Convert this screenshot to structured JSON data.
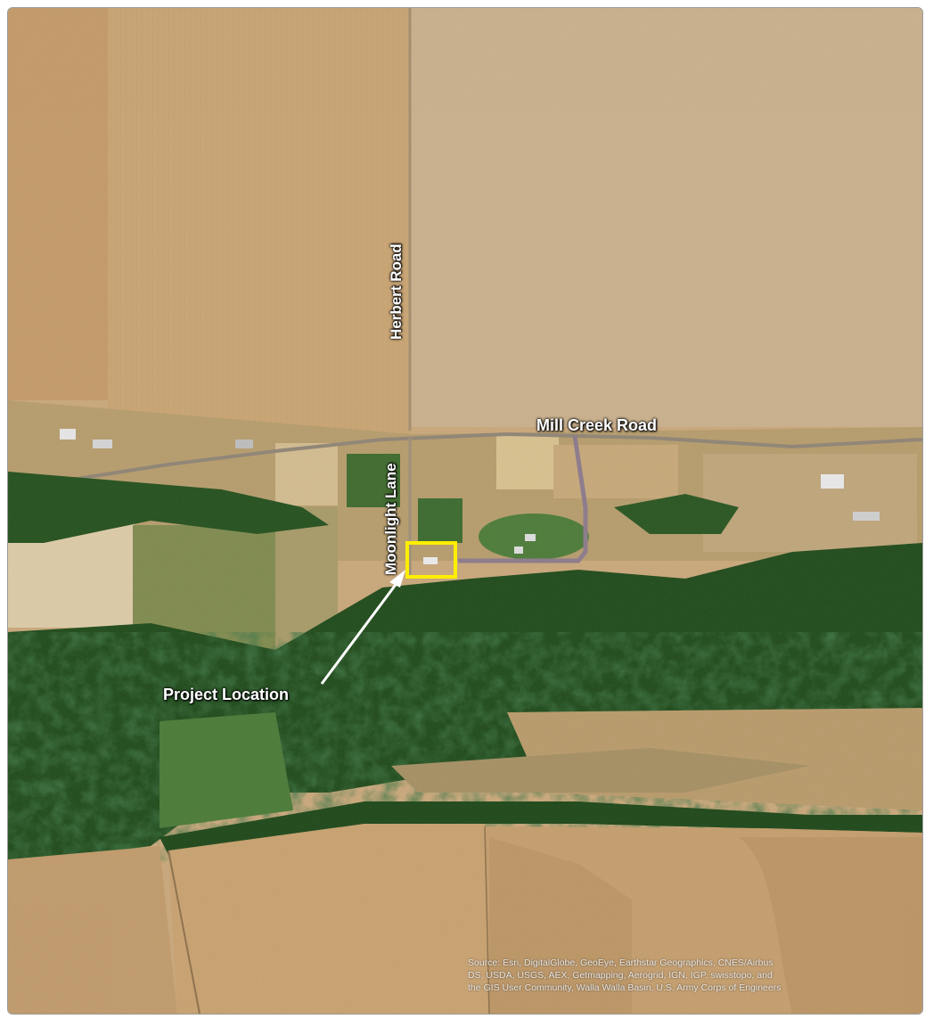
{
  "map": {
    "labels": {
      "herbert_road": "Herbert Road",
      "mill_creek_road": "Mill Creek Road",
      "moonlight_lane": "Moonlight Lane",
      "project_location": "Project Location"
    },
    "attribution": [
      "Source: Esri, DigitalGlobe, GeoEye, Earthstar Geographics, CNES/Airbus",
      "DS, USDA, USGS, AEX, Getmapping, Aerogrid, IGN, IGP, swisstopo, and",
      "the GIS User Community, Walla Walla Basin, U.S. Army Corps of Engineers"
    ],
    "colors": {
      "highlight_box": "#ffee00",
      "pointer_arrow": "#ffffff",
      "label_text": "#ffffff"
    }
  }
}
